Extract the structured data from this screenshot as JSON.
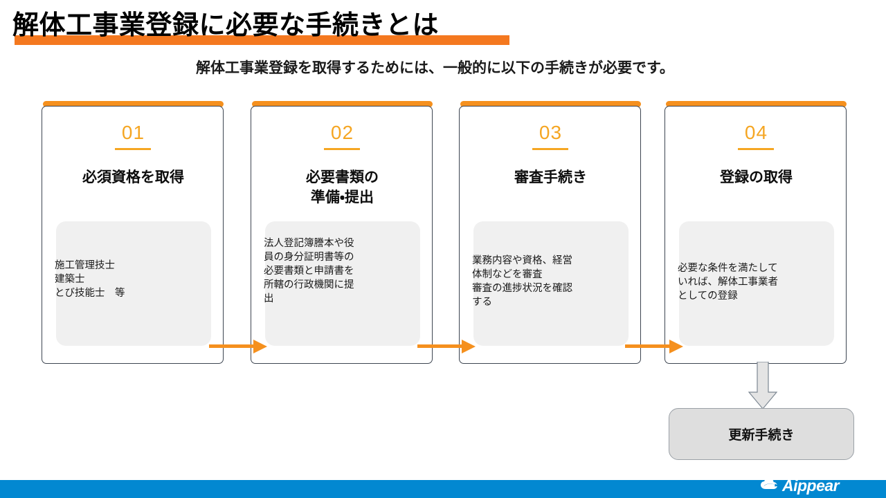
{
  "slide": {
    "title": "解体工事業登録に必要な手続きとは",
    "subtitle": "解体工事業登録を取得するためには、一般的に以下の手続きが必要です。",
    "accent_color": "#F5901E",
    "title_underline_color": "#F4781F",
    "card_border_color": "#3C4450",
    "note_bg_color": "#F0F0F0",
    "footer_color": "#0288D1"
  },
  "steps": [
    {
      "number": "01",
      "title": "必須資格を取得",
      "note": "施工管理技士\n建築士\nとび技能士　等"
    },
    {
      "number": "02",
      "title": "必要書類の\n準備・提出",
      "note": "法人登記簿謄本や役\n員の身分証明書等の\n必要書類と申請書を\n所轄の行政機関に提\n出"
    },
    {
      "number": "03",
      "title": "審査手続き",
      "note": "業務内容や資格、経営\n体制などを審査\n審査の進捗状況を確認\nする"
    },
    {
      "number": "04",
      "title": "登録の取得",
      "note": "必要な条件を満たして\nいれば、解体工事業者\nとしての登録"
    }
  ],
  "final_step": {
    "label": "更新手続き"
  },
  "footer": {
    "logo_text": "Aippear",
    "logo_icon": "cloud-icon"
  }
}
